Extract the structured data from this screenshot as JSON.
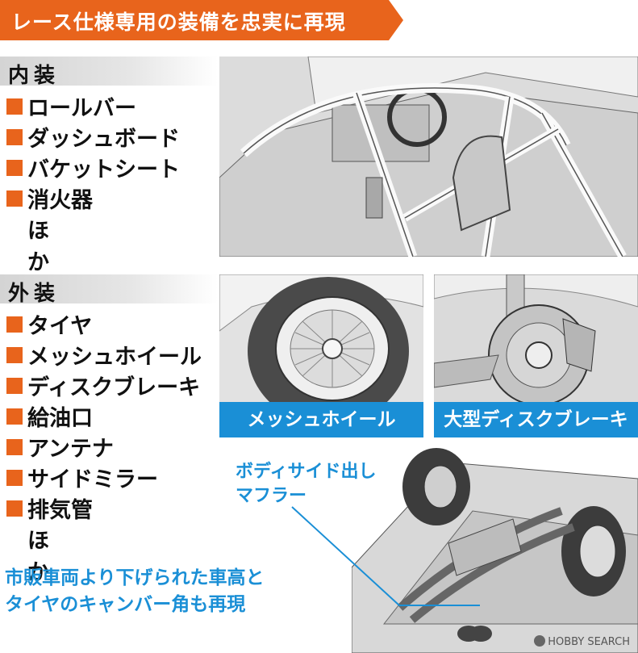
{
  "banner": {
    "title": "レース仕様専用の装備を忠実に再現",
    "color": "#e8641c"
  },
  "interior": {
    "heading": "内装",
    "items": [
      "ロールバー",
      "ダッシュボード",
      "バケットシート",
      "消火器"
    ],
    "more": "ほか"
  },
  "exterior": {
    "heading": "外装",
    "items": [
      "タイヤ",
      "メッシュホイール",
      "ディスクブレーキ",
      "給油口",
      "アンテナ",
      "サイドミラー",
      "排気管"
    ],
    "more": "ほか"
  },
  "note": {
    "line1": "市販車両より下げられた車高と",
    "line2": "タイヤのキャンバー角も再現"
  },
  "captions": {
    "wheel": "メッシュホイール",
    "brake": "大型ディスクブレーキ"
  },
  "callout": {
    "line1": "ボディサイド出し",
    "line2": "マフラー"
  },
  "watermark": "HOBBY SEARCH",
  "colors": {
    "accent_orange": "#e8641c",
    "accent_blue": "#1a8fd6"
  }
}
